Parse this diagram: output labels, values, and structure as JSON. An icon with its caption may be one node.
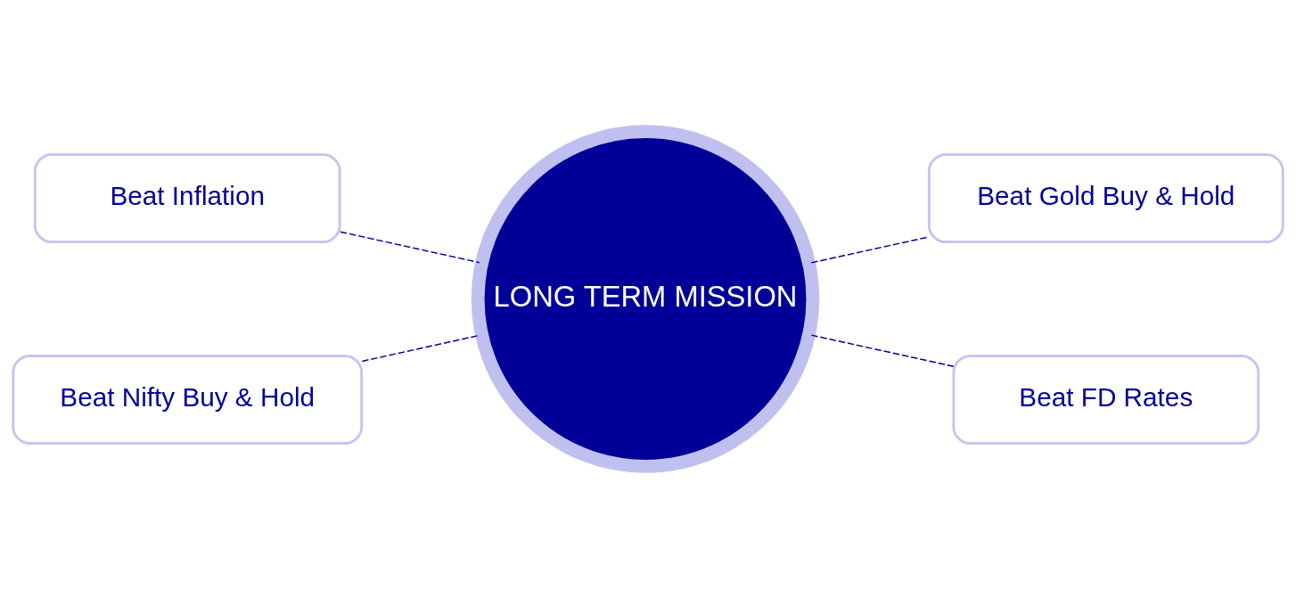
{
  "diagram": {
    "nodes": [
      {
        "text": [
          "LONG TERM MISSION"
        ]
      },
      {
        "text": [
          "Beat Inflation"
        ]
      },
      {
        "text": [
          "Beat Gold Buy & Hold"
        ]
      },
      {
        "text": [
          "Beat Nifty Buy & Hold"
        ]
      },
      {
        "text": [
          "Beat FD Rates"
        ]
      }
    ],
    "edges": [
      {
        "from": 1,
        "to": 0,
        "arrow": "none",
        "style": "dashed"
      },
      {
        "from": 0,
        "to": 2,
        "arrow": "none",
        "style": "dashed"
      },
      {
        "from": 3,
        "to": 0,
        "arrow": "none",
        "style": "dashed"
      },
      {
        "from": 0,
        "to": 4,
        "arrow": "none",
        "style": "dashed"
      }
    ]
  }
}
